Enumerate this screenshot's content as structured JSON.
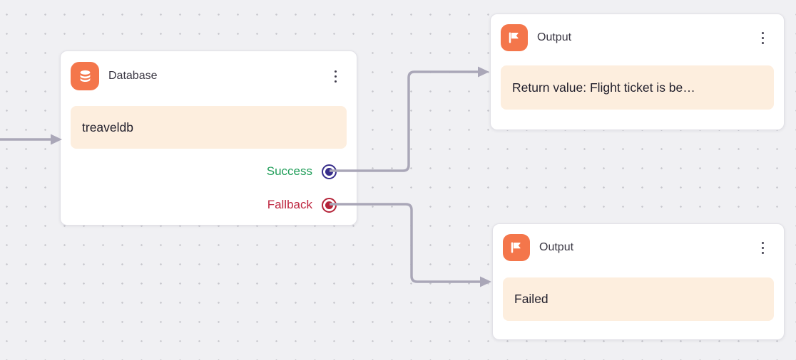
{
  "canvas": {
    "background_color": "#f0f0f3",
    "grid_dot_color": "#c6c6cc",
    "connector_color": "#aaa7b8",
    "accent_orange": "#f4764b",
    "field_background": "#fdeede"
  },
  "nodes": {
    "database": {
      "title": "Database",
      "icon": "database-icon",
      "menu_icon": "kebab-menu-icon",
      "field": {
        "value": "treaveldb"
      },
      "ports": [
        {
          "label": "Success",
          "label_color": "#1f9d58",
          "port_color": "#372d8b"
        },
        {
          "label": "Fallback",
          "label_color": "#be2740",
          "port_color": "#b42338"
        }
      ]
    },
    "output_top": {
      "title": "Output",
      "icon": "flag-icon",
      "menu_icon": "kebab-menu-icon",
      "field": {
        "value": "Return value: Flight ticket is be…"
      }
    },
    "output_bottom": {
      "title": "Output",
      "icon": "flag-icon",
      "menu_icon": "kebab-menu-icon",
      "field": {
        "value": "Failed"
      }
    }
  }
}
